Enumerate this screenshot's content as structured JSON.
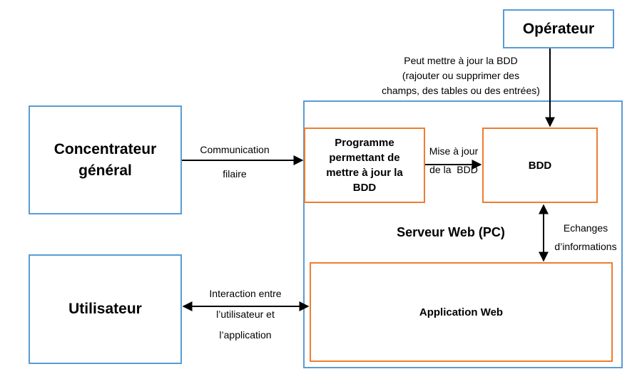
{
  "nodes": {
    "operateur": "Opérateur",
    "concentrateur": [
      "Concentrateur",
      "général"
    ],
    "utilisateur": "Utilisateur",
    "serveur": "Serveur Web (PC)",
    "programme": [
      "Programme",
      "permettant de",
      "mettre à jour la",
      "BDD"
    ],
    "bdd": "BDD",
    "application": "Application Web"
  },
  "edges": {
    "operateur_to_bdd": [
      "Peut mettre à jour la BDD",
      "(rajouter ou supprimer des",
      "champs, des tables ou des entrées)"
    ],
    "concentrateur_to_programme": [
      "Communication",
      "filaire"
    ],
    "programme_to_bdd": [
      "Mise à jour",
      "de la  BDD"
    ],
    "bdd_application": [
      "Echanges",
      "d’informations"
    ],
    "utilisateur_application": [
      "Interaction entre",
      "l’utilisateur et",
      "l’application"
    ]
  },
  "colors": {
    "outer_boxes": "#5b9bd5",
    "inner_boxes": "#ed7d31",
    "arrows": "#000000"
  }
}
